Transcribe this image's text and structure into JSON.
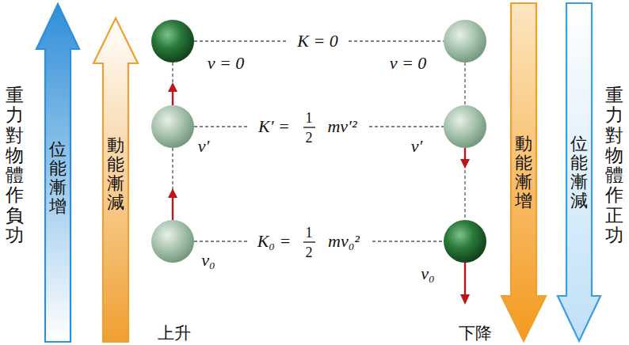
{
  "diagram": {
    "nodes": [
      {
        "text": [
          "位能漸增"
        ]
      },
      {
        "text": [
          "動能漸減"
        ]
      },
      {
        "text": [
          "動能漸增"
        ]
      },
      {
        "text": [
          "位能漸減"
        ]
      }
    ],
    "labels": [
      "重力對物體作負功",
      "v = 0",
      "K = 0",
      "v = 0",
      "v′",
      "K′ =",
      "1",
      "2",
      "mv′²",
      "v′",
      "v₀",
      "K₀ =",
      "1",
      "2",
      "mv₀²",
      "v₀",
      "上升",
      "下降",
      "重力對物體作正功"
    ]
  }
}
